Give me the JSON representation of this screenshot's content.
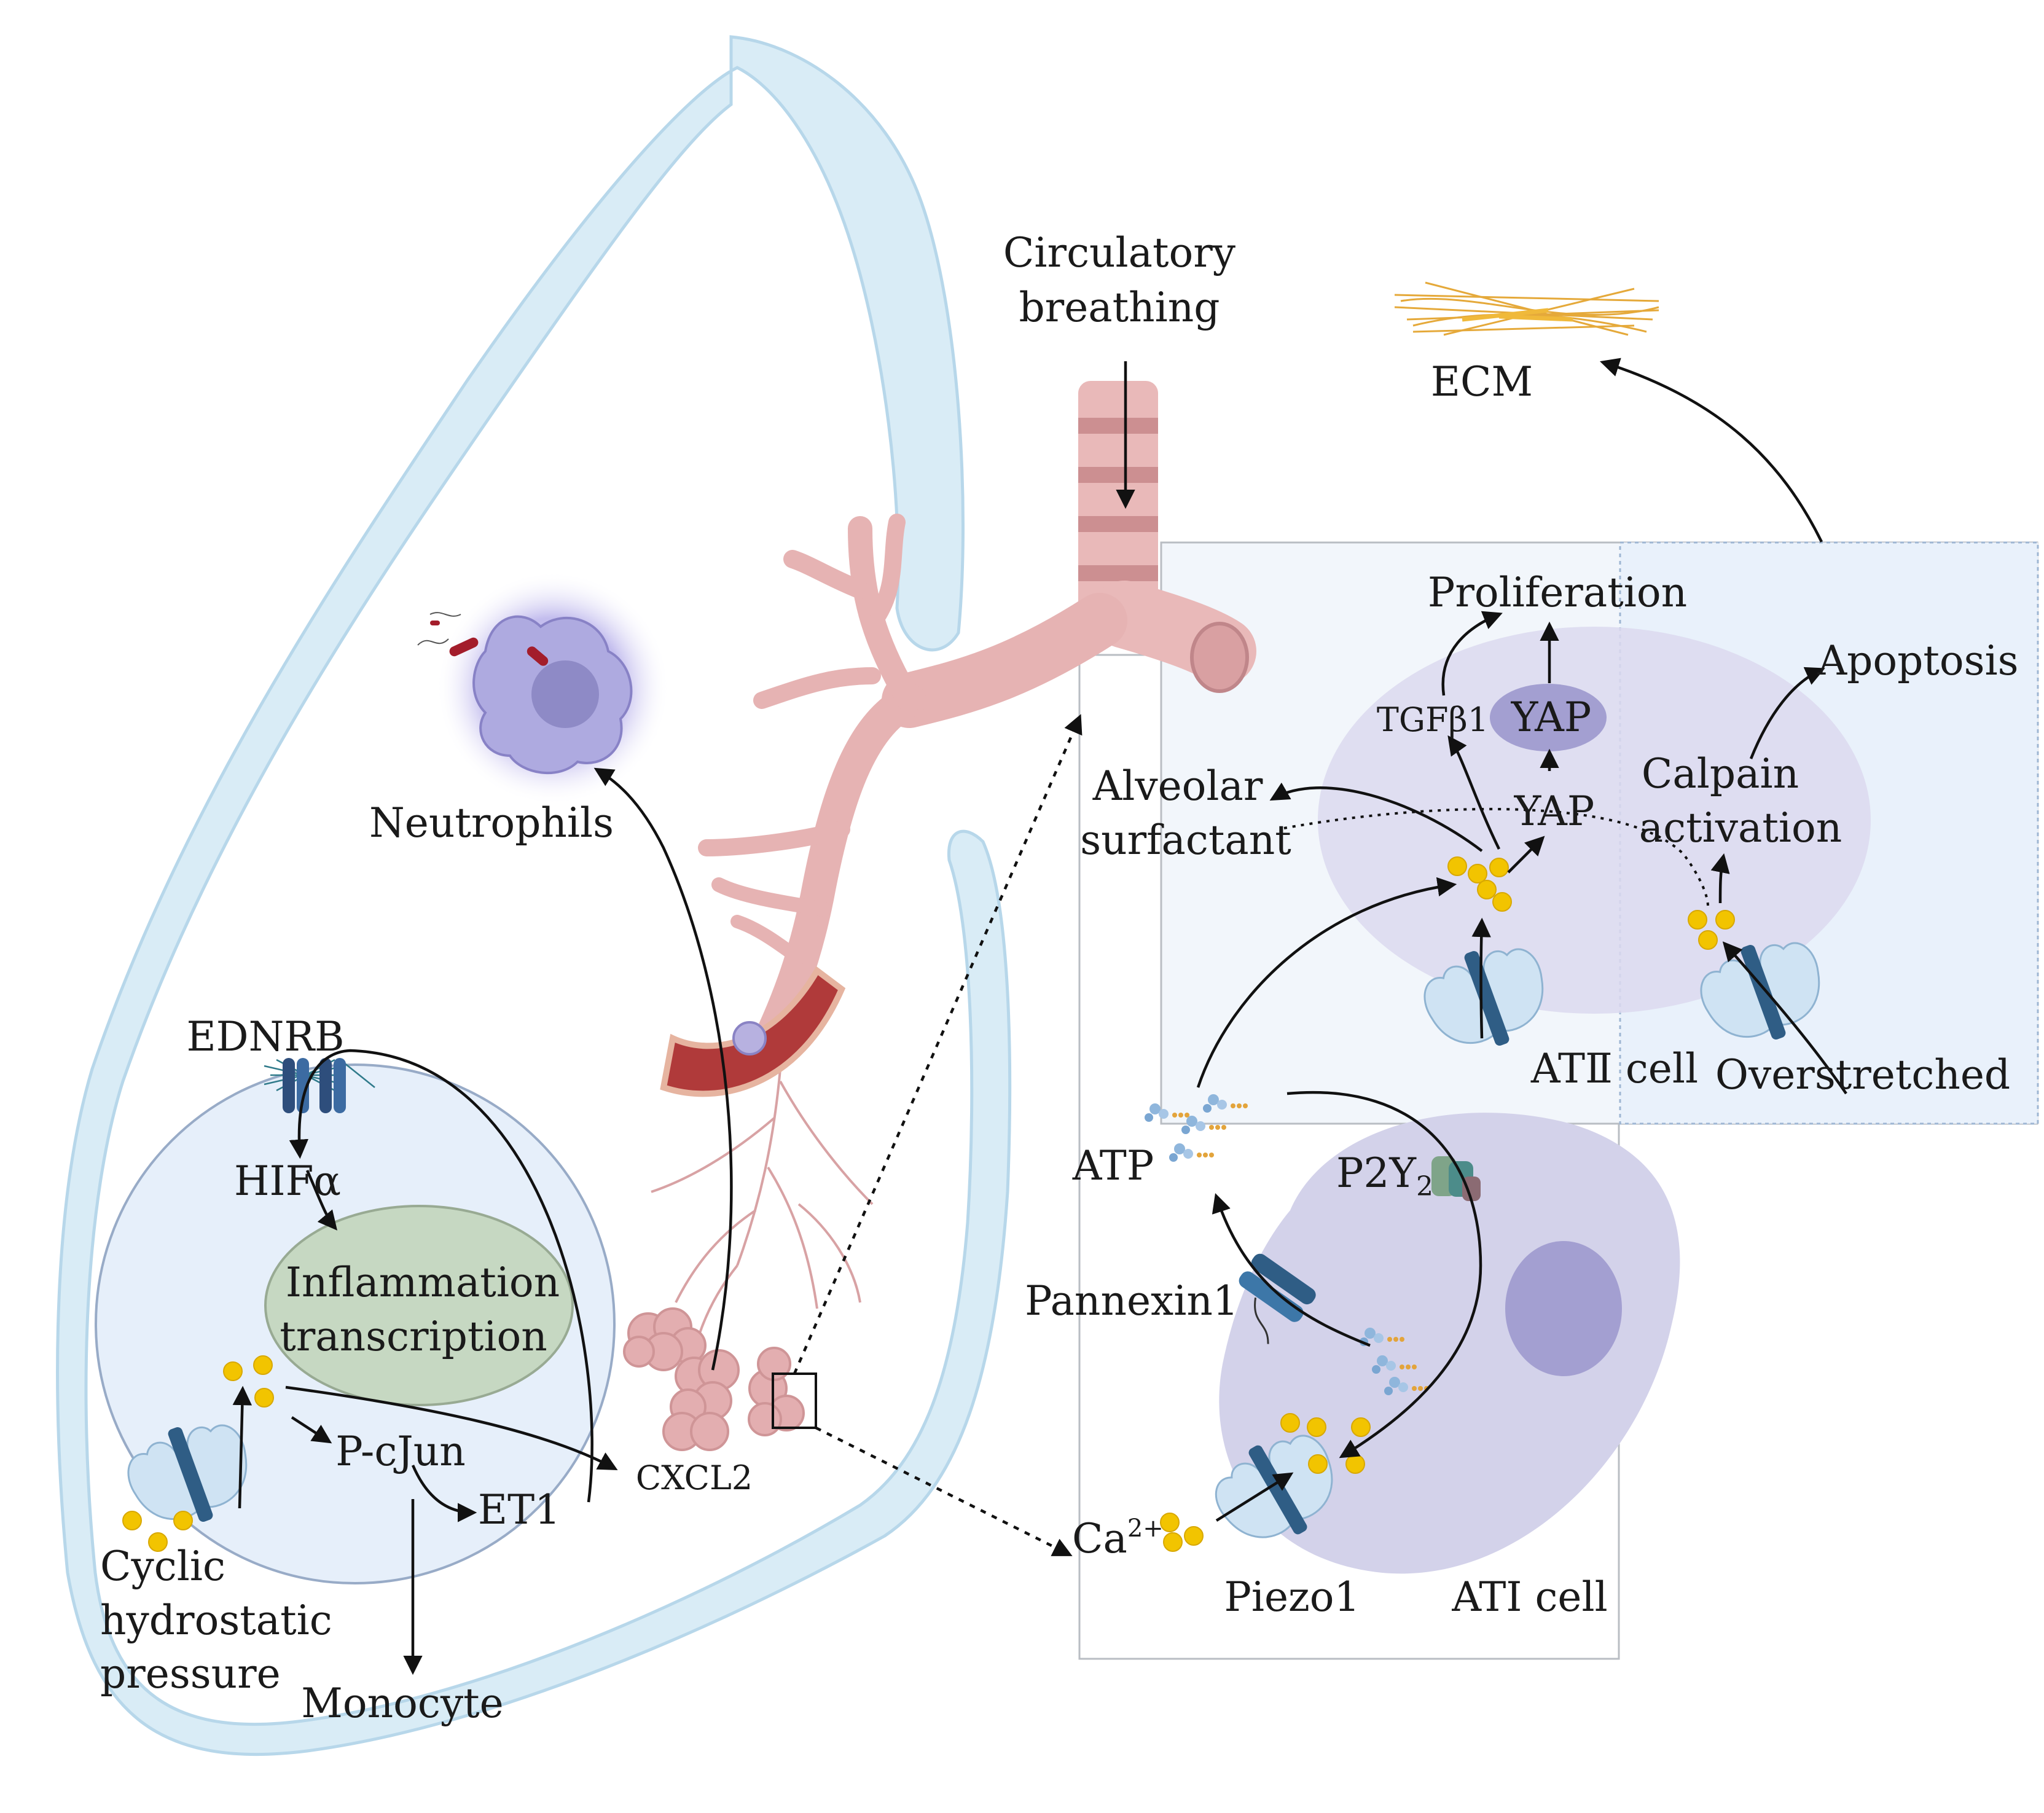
{
  "labels": {
    "circulatory_breathing_1": "Circulatory",
    "circulatory_breathing_2": "breathing",
    "ecm": "ECM",
    "proliferation": "Proliferation",
    "apoptosis": "Apoptosis",
    "tgfb1": "TGFβ1",
    "yap_nucleus": "YAP",
    "yap": "YAP",
    "calpain_1": "Calpain",
    "calpain_2": "activation",
    "alveolar_1": "Alveolar",
    "alveolar_2": "surfactant",
    "neutrophils": "Neutrophils",
    "atii_cell": "ATⅡ cell",
    "overstretched": "Overstretched",
    "ednrb": "EDNRB",
    "hifa": "HIFα",
    "inflammation_1": "Inflammation",
    "inflammation_2": "transcription",
    "atp": "ATP",
    "p2y2_main": "P2Y",
    "p2y2_sub": "2",
    "pannexin1": "Pannexin1",
    "pcjun": "P-cJun",
    "cxcl2": "CXCL2",
    "et1": "ET1",
    "cyclic_1": "Cyclic",
    "cyclic_2": "hydrostatic",
    "cyclic_3": "pressure",
    "monocyte": "Monocyte",
    "ca_main": "Ca",
    "ca_sup": "2+",
    "piezo1": "Piezo1",
    "ati_cell": "ATⅠ cell"
  },
  "colors": {
    "lung_outline": "#d9ecf6",
    "airway": "#e6b3b3",
    "calcium": "#f2c400",
    "channel": "#c9dff0",
    "cell_fill": "#dcd9ee",
    "nucleus": "#a39fd1",
    "inflammation_nucleus": "#c6d8c2",
    "right_panel": "#edf3fb"
  },
  "icons": [
    "lung-outline",
    "airway-tree",
    "blood-vessel",
    "neutrophil-cell",
    "ion-channel",
    "calcium-ion",
    "atp-molecule",
    "extracellular-matrix"
  ]
}
